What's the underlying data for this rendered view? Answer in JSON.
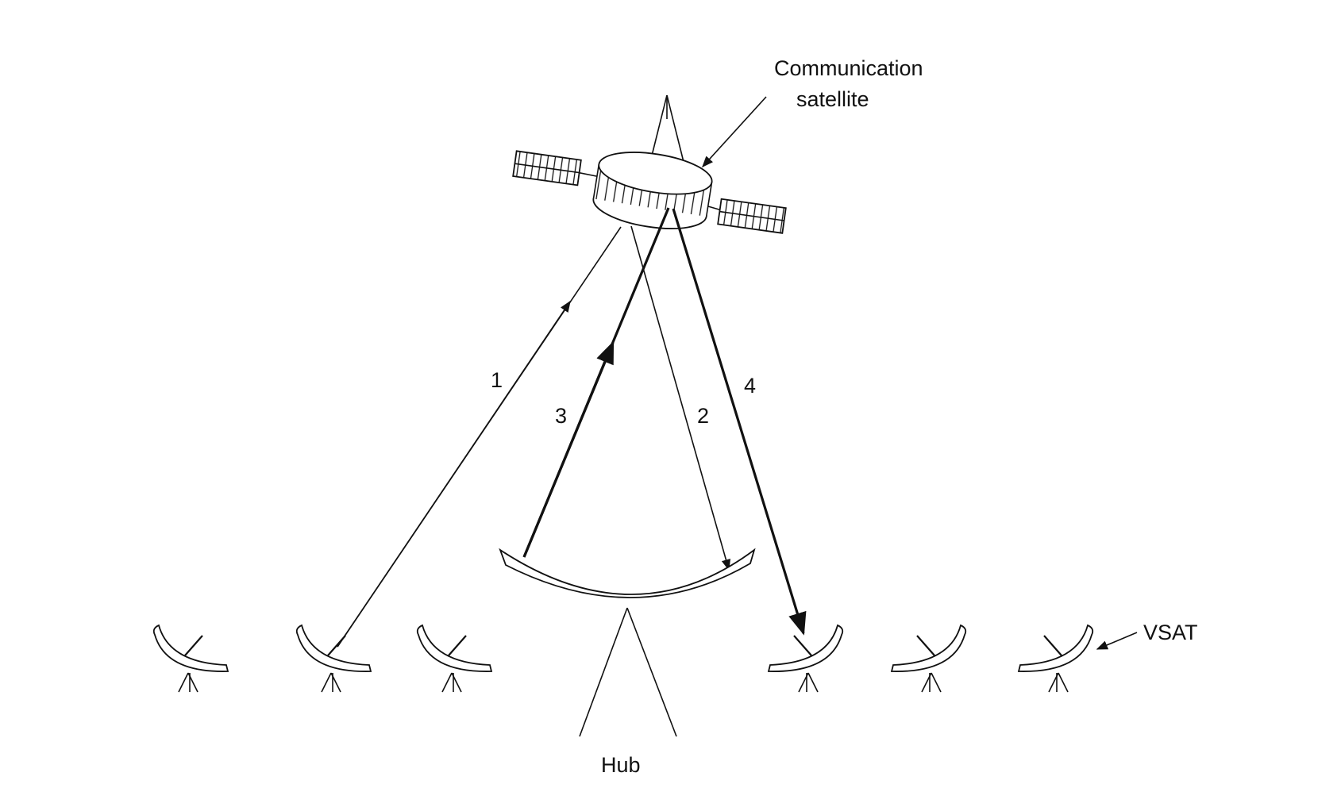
{
  "labels": {
    "satellite_line1": "Communication",
    "satellite_line2": "satellite",
    "vsat": "VSAT",
    "hub": "Hub"
  },
  "links": [
    {
      "id": "1",
      "label": "1"
    },
    {
      "id": "2",
      "label": "2"
    },
    {
      "id": "3",
      "label": "3"
    },
    {
      "id": "4",
      "label": "4"
    }
  ],
  "vsat_count": 6
}
